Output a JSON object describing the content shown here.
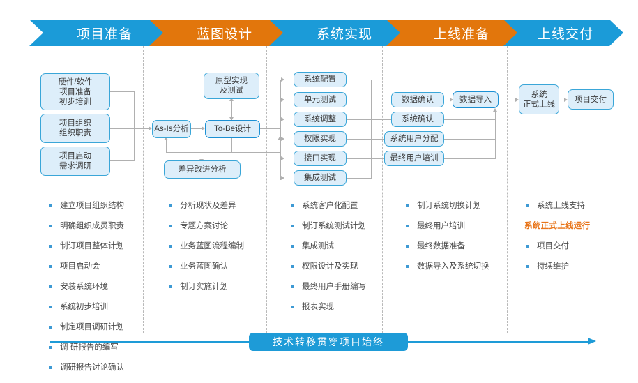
{
  "colors": {
    "phase_blue": "#1b9bd8",
    "phase_orange": "#e2760c",
    "node_fill": "#ddeefa",
    "node_border": "#3aa6d8",
    "bullet": "#3e9ad4",
    "highlight_text": "#e8751a",
    "connector": "#b0b0b0"
  },
  "banner": {
    "phases": [
      {
        "label": "项目准备",
        "color": "#1b9bd8"
      },
      {
        "label": "蓝图设计",
        "color": "#e2760c"
      },
      {
        "label": "系统实现",
        "color": "#1b9bd8"
      },
      {
        "label": "上线准备",
        "color": "#e2760c"
      },
      {
        "label": "上线交付",
        "color": "#1b9bd8"
      }
    ]
  },
  "columns": [
    {
      "phase": "项目准备",
      "nodes": [
        {
          "id": "n1",
          "label": "硬件/软件\n项目准备\n初步培训"
        },
        {
          "id": "n2",
          "label": "项目组织\n组织职责"
        },
        {
          "id": "n3",
          "label": "项目启动\n需求调研"
        }
      ],
      "bullets": [
        "建立项目组织结构",
        "明确组织成员职责",
        "制订项目整体计划",
        "项目启动会",
        "安装系统环境",
        "系统初步培训",
        "制定项目调研计划",
        "调 研报告的编写",
        "调研报告讨论确认"
      ]
    },
    {
      "phase": "蓝图设计",
      "nodes": [
        {
          "id": "n4",
          "label": "原型实现\n及测试"
        },
        {
          "id": "n5",
          "label": "As-Is分析"
        },
        {
          "id": "n6",
          "label": "To-Be设计"
        },
        {
          "id": "n7",
          "label": "差异改进分析"
        }
      ],
      "bullets": [
        "分析现状及差异",
        "专题方案讨论",
        "业务蓝图流程编制",
        "业务蓝图确认",
        "制订实施计划"
      ]
    },
    {
      "phase": "系统实现",
      "nodes": [
        {
          "id": "n8",
          "label": "系统配置"
        },
        {
          "id": "n9",
          "label": "单元测试"
        },
        {
          "id": "n10",
          "label": "系统调整"
        },
        {
          "id": "n11",
          "label": "权限实现"
        },
        {
          "id": "n12",
          "label": "接口实现"
        },
        {
          "id": "n13",
          "label": "集成测试"
        }
      ],
      "bullets": [
        "系统客户化配置",
        "制订系统测试计划",
        "集成测试",
        "权限设计及实现",
        "最终用户手册编写",
        "报表实现"
      ]
    },
    {
      "phase": "上线准备",
      "nodes": [
        {
          "id": "n14",
          "label": "数据确认"
        },
        {
          "id": "n15",
          "label": "系统确认"
        },
        {
          "id": "n16",
          "label": "系统用户分配"
        },
        {
          "id": "n17",
          "label": "最终用户培训"
        },
        {
          "id": "n18",
          "label": "数据导入"
        }
      ],
      "bullets": [
        "制订系统切换计划",
        "最终用户培训",
        "最终数据准备",
        "数据导入及系统切换"
      ]
    },
    {
      "phase": "上线交付",
      "nodes": [
        {
          "id": "n19",
          "label": "系统\n正式上线"
        },
        {
          "id": "n20",
          "label": "项目交付"
        }
      ],
      "bullets": [
        "系统上线支持",
        "系统正式上线运行",
        "项目交付",
        "持续维护"
      ],
      "highlight_index": 1
    }
  ],
  "footer": {
    "label": "技术转移贯穿项目始终"
  }
}
